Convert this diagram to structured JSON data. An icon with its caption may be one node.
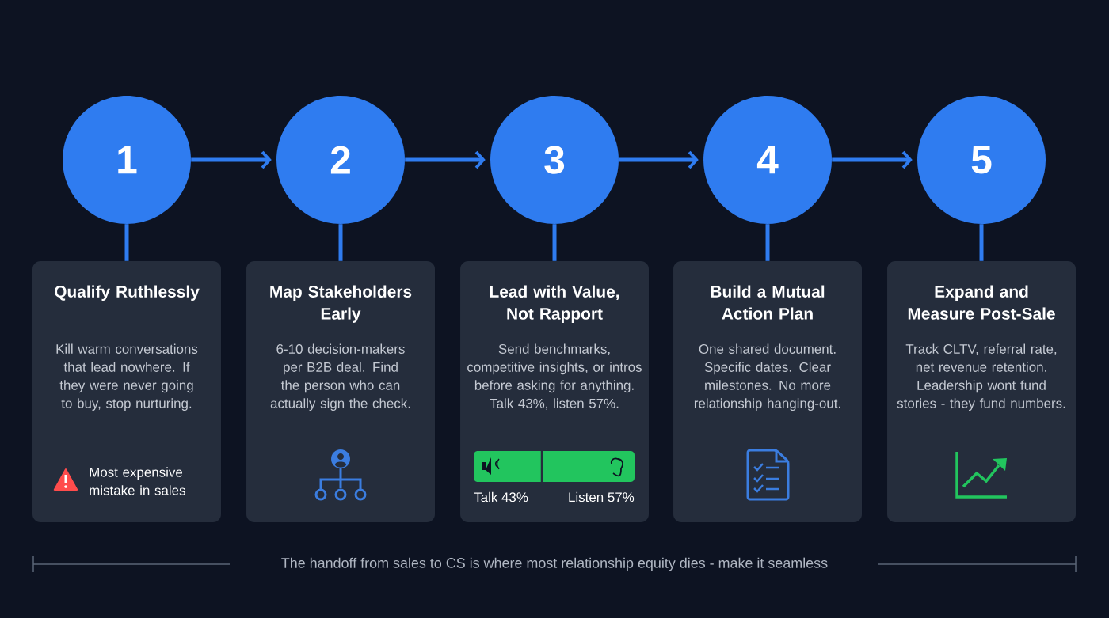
{
  "diagram": {
    "nodes": [
      {
        "text": [
          "1"
        ]
      },
      {
        "text": [
          "2"
        ]
      },
      {
        "text": [
          "3"
        ]
      },
      {
        "text": [
          "4"
        ]
      },
      {
        "text": [
          "5"
        ]
      },
      {
        "text": [
          "Qualify Ruthlessly",
          "Kill warm conversations that lead nowhere. If they were never going to buy, stop nurturing.",
          "Most expensive mistake in sales"
        ]
      },
      {
        "text": [
          "Map Stakeholders Early",
          "6-10 decision-makers per B2B deal. Find the person who can actually sign the check."
        ]
      },
      {
        "text": [
          "Lead with Value, Not Rapport",
          "Send benchmarks, competitive insights, or intros before asking for anything. Talk 43%, listen 57%.",
          "Talk 43%",
          "Listen 57%"
        ]
      },
      {
        "text": [
          "Build a Mutual Action Plan",
          "One shared document. Specific dates. Clear milestones. No more relationship hanging-out."
        ]
      },
      {
        "text": [
          "Expand and Measure Post-Sale",
          "Track CLTV, referral rate, net revenue retention. Leadership wont fund stories - they fund numbers."
        ]
      }
    ],
    "edges": [
      {
        "from": 0,
        "to": 1,
        "arrow": "to"
      },
      {
        "from": 1,
        "to": 2,
        "arrow": "to"
      },
      {
        "from": 2,
        "to": 3,
        "arrow": "to"
      },
      {
        "from": 3,
        "to": 4,
        "arrow": "to"
      },
      {
        "from": 0,
        "to": 5,
        "arrow": "none"
      },
      {
        "from": 1,
        "to": 6,
        "arrow": "none"
      },
      {
        "from": 2,
        "to": 7,
        "arrow": "none"
      },
      {
        "from": 3,
        "to": 8,
        "arrow": "none"
      },
      {
        "from": 4,
        "to": 9,
        "arrow": "none"
      }
    ],
    "labels": [
      "The handoff from sales to CS is where most relationship equity dies - make it seamless"
    ]
  }
}
